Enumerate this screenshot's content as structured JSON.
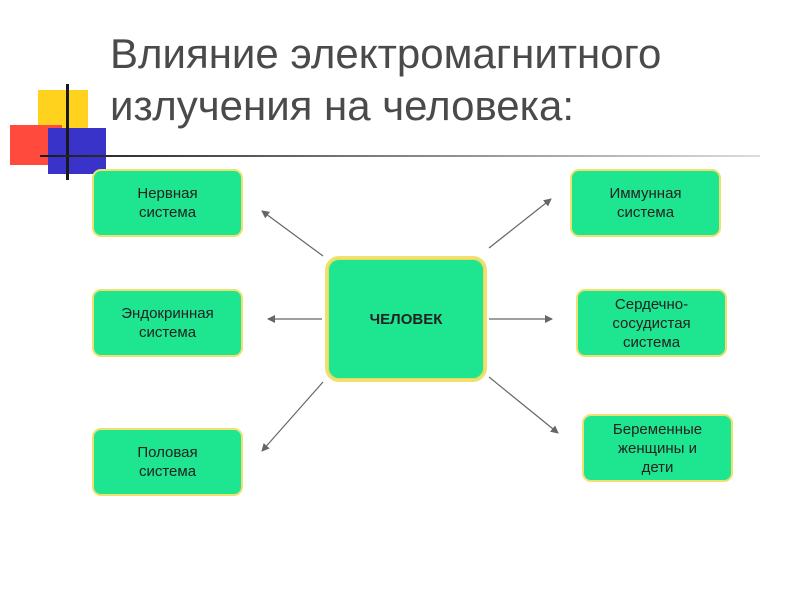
{
  "slide": {
    "title": "Влияние электромагнитного\nизлучения на человека:"
  },
  "diagram": {
    "center": "ЧЕЛОВЕК",
    "left": [
      "Нервная\nсистема",
      "Эндокринная\nсистема",
      "Половая\nсистема"
    ],
    "right": [
      "Иммунная\nсистема",
      "Сердечно-\nсосудистая\nсистема",
      "Беременные\nженщины и\nдети"
    ]
  },
  "colors": {
    "box_fill": "#1ee58f",
    "box_border": "#f0e070",
    "arrow": "#666666",
    "title_text": "#4a4a4a",
    "accent_yellow": "#ffd21e",
    "accent_red": "#ff4a3d",
    "accent_blue": "#3a33c9"
  }
}
